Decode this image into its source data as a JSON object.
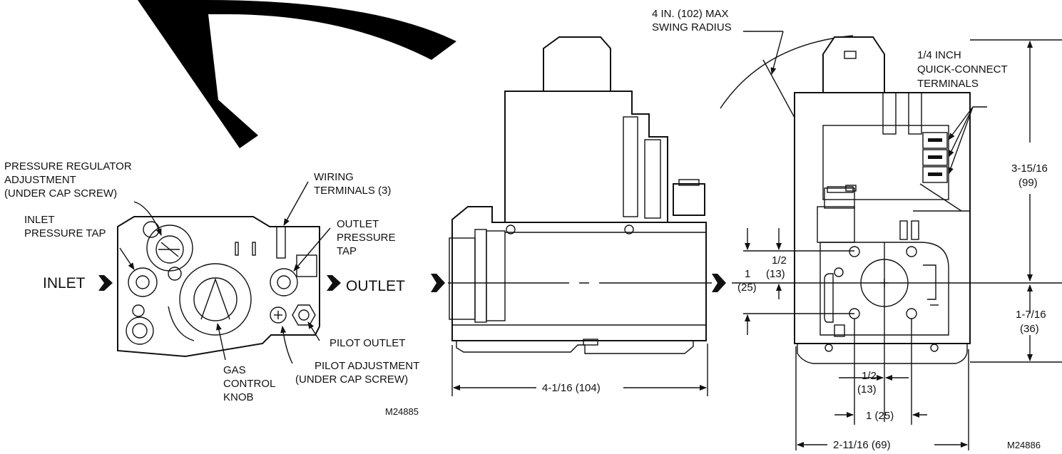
{
  "front_view": {
    "labels": {
      "pressure_regulator": [
        "PRESSURE REGULATOR",
        "ADJUSTMENT",
        "(UNDER CAP SCREW)"
      ],
      "inlet_pressure_tap": [
        "INLET",
        "PRESSURE TAP"
      ],
      "wiring_terminals": [
        "WIRING",
        "TERMINALS (3)"
      ],
      "outlet_pressure_tap": [
        "OUTLET",
        "PRESSURE",
        "TAP"
      ],
      "inlet": "INLET",
      "outlet": "OUTLET",
      "pilot_outlet": "PILOT OUTLET",
      "pilot_adjustment": [
        "PILOT ADJUSTMENT",
        "(UNDER CAP SCREW)"
      ],
      "gas_control_knob": [
        "GAS",
        "CONTROL",
        "KNOB"
      ]
    },
    "figure_code": "M24885"
  },
  "side_view": {
    "width_dim": "4-1/16 (104)"
  },
  "end_view": {
    "labels": {
      "swing_radius": [
        "4 IN. (102) MAX",
        "SWING RADIUS"
      ],
      "quick_connect": [
        "1/4 INCH",
        "QUICK-CONNECT",
        "TERMINALS"
      ]
    },
    "dims": {
      "height_upper": [
        "3-15/16",
        "(99)"
      ],
      "height_lower": [
        "1-7/16",
        "(36)"
      ],
      "left_half": [
        "1/2",
        "(13)"
      ],
      "left_one": [
        "1",
        "(25)"
      ],
      "bottom_half": [
        "1/2",
        "(13)"
      ],
      "bottom_one": "1 (25)",
      "overall_width": "2-11/16 (69)"
    },
    "figure_code": "M24886"
  }
}
